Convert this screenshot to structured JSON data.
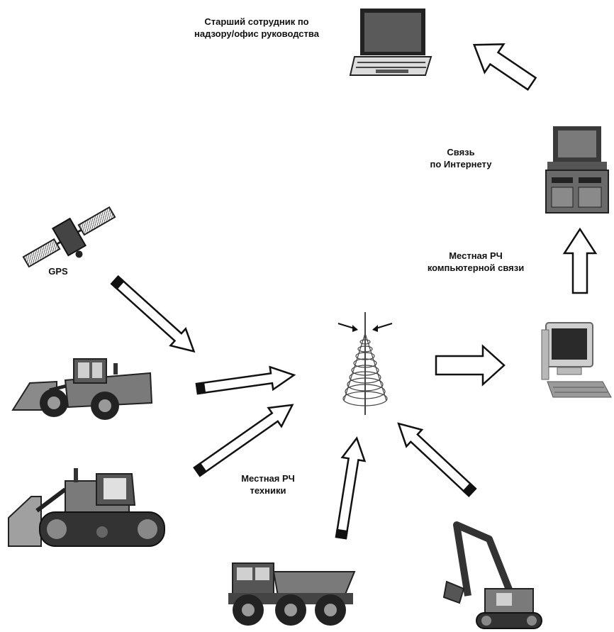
{
  "labels": {
    "senior_staff": [
      "Старший сотрудник по",
      "надзору/офис руководства"
    ],
    "internet_link": [
      "Связь",
      "по Интернету"
    ],
    "local_rf_computer": [
      "Местная РЧ",
      "компьютерной связи"
    ],
    "gps": "GPS",
    "local_rf_machines": [
      "Местная РЧ",
      "техники"
    ]
  },
  "colors": {
    "ink": "#111111",
    "body_gray": "#7a7a7a",
    "dark_gray": "#333333",
    "light_gray": "#c8c8c8",
    "arrow_fill": "#ffffff"
  },
  "icons": [
    "laptop-icon",
    "desktop-terminal-icon",
    "computer-workstation-icon",
    "gps-satellite-icon",
    "radio-tower-icon",
    "wheel-loader-icon",
    "bulldozer-icon",
    "dump-truck-icon",
    "excavator-icon"
  ]
}
